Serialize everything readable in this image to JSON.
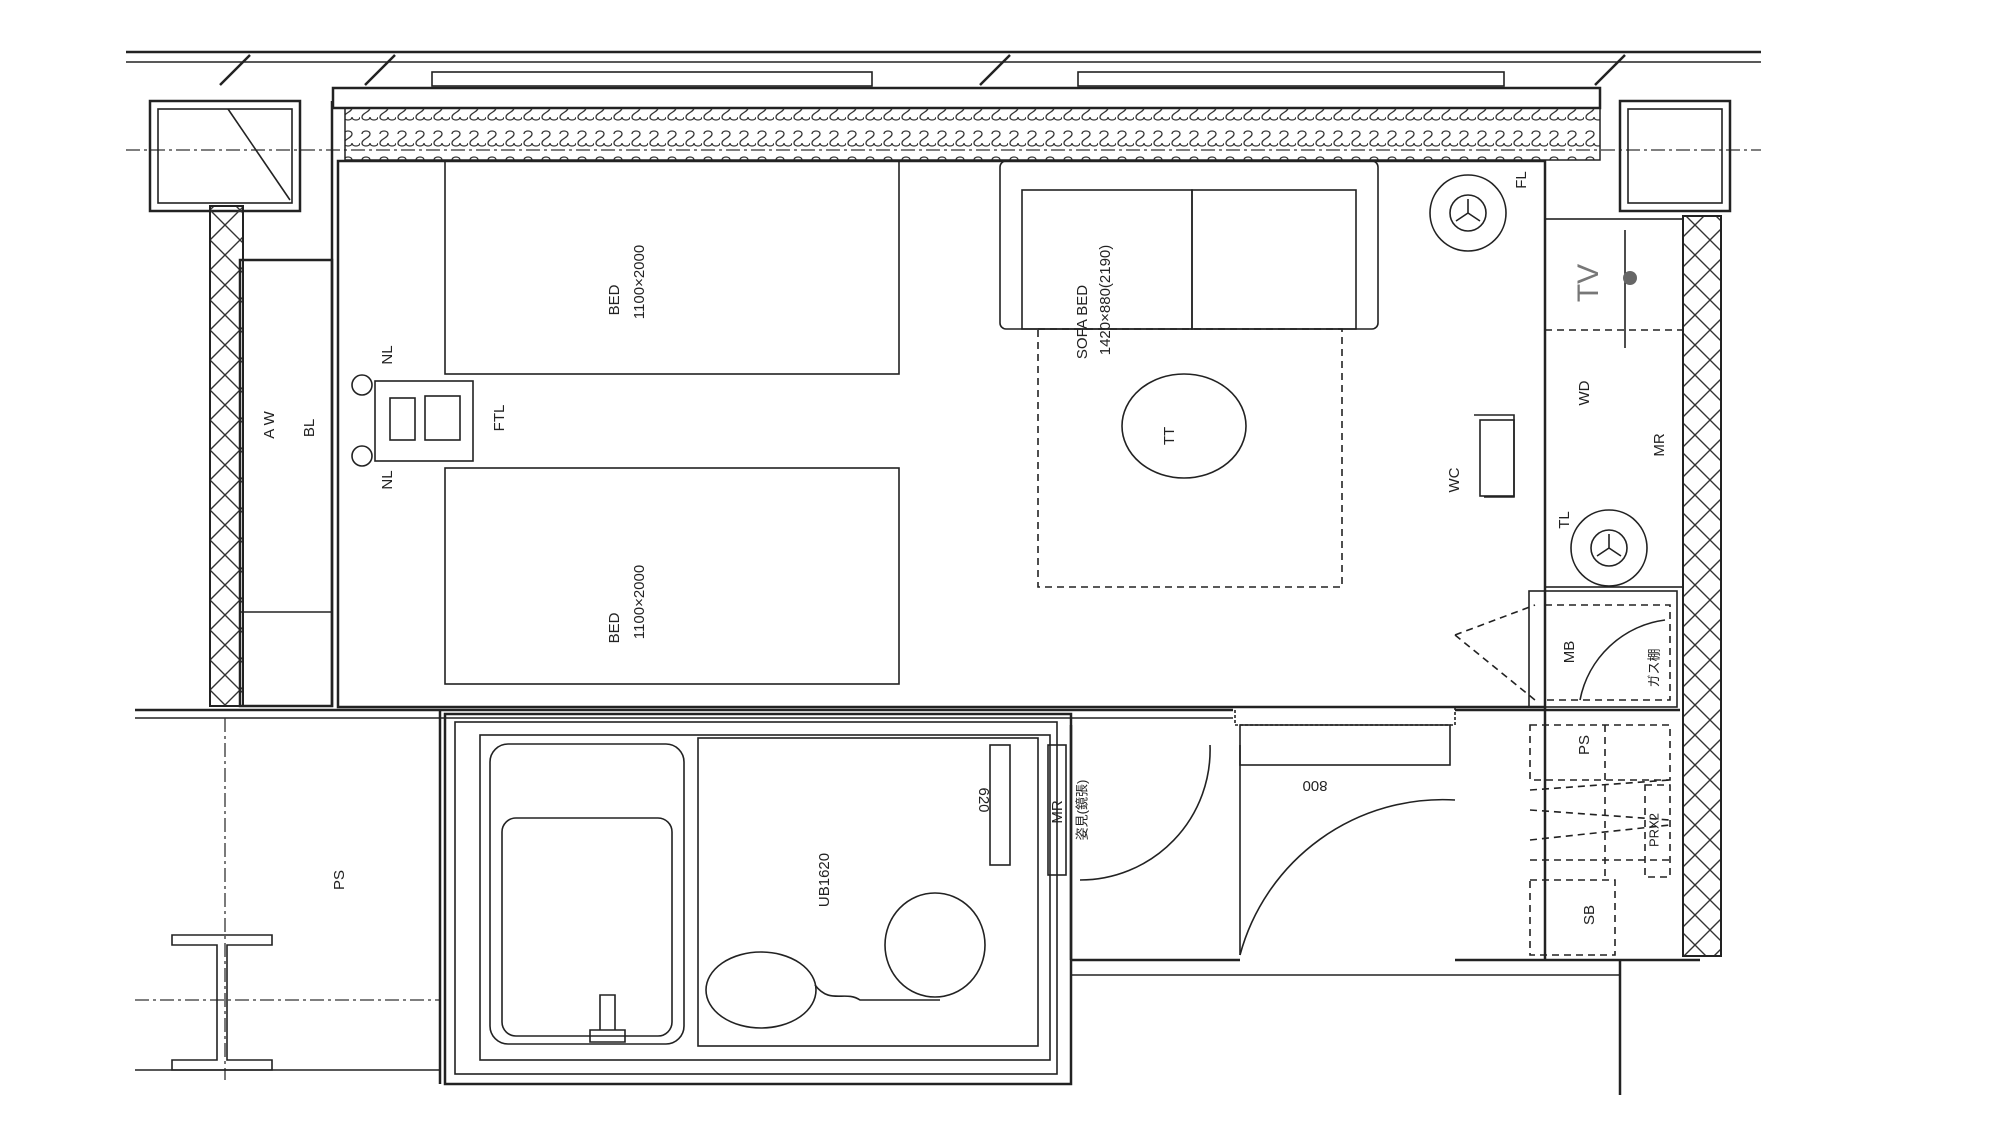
{
  "labels": {
    "bed_1": "BED",
    "bed_1_size": "1100×2000",
    "bed_2": "BED",
    "bed_2_size": "1100×2000",
    "sofa_bed": "SOFA BED",
    "sofa_bed_size": "1420×880(2190)",
    "tea_table": "TT",
    "writing_chair": "WC",
    "writing_desk": "WD",
    "mirror_room": "MR",
    "table_lamp": "TL",
    "floor_lamp": "FL",
    "tv": "TV",
    "night_lamp_top": "NL",
    "night_lamp_bottom": "NL",
    "footlight": "FTL",
    "aw": "A W",
    "bl": "BL",
    "pipe_space_left": "PS",
    "pipe_space_right": "PS",
    "meter_box": "MB",
    "gas_shelf": "ガス棚",
    "prx": "PRX2",
    "sb": "SB",
    "door_width": "800",
    "mirror_width": "620",
    "mirror_bath": "MR",
    "mirror_bath_note": "姿見(鏡張)",
    "unit_bath": "UB1620"
  },
  "colors": {
    "line": "#222222",
    "tv_annotation": "#777777"
  }
}
